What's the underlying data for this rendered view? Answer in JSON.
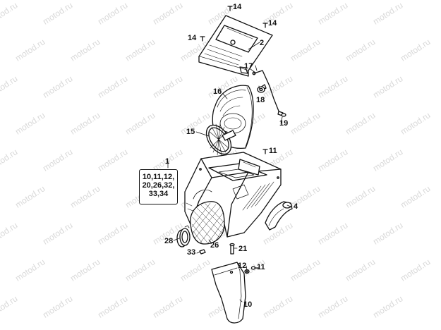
{
  "watermark": "motod.ru",
  "callouts": {
    "c14a": "14",
    "c14b": "14",
    "c14c": "14",
    "c2": "2",
    "c17": "17",
    "c16": "16",
    "c18": "18",
    "c19": "19",
    "c15": "15",
    "c11a": "11",
    "c1": "1",
    "c4": "4",
    "c28": "28",
    "c26": "26",
    "c33": "33",
    "c21": "21",
    "c12": "12",
    "c11b": "11",
    "c10": "10"
  },
  "kit_lines": [
    "10,11,12,",
    "20,26,32,",
    "33,34"
  ]
}
